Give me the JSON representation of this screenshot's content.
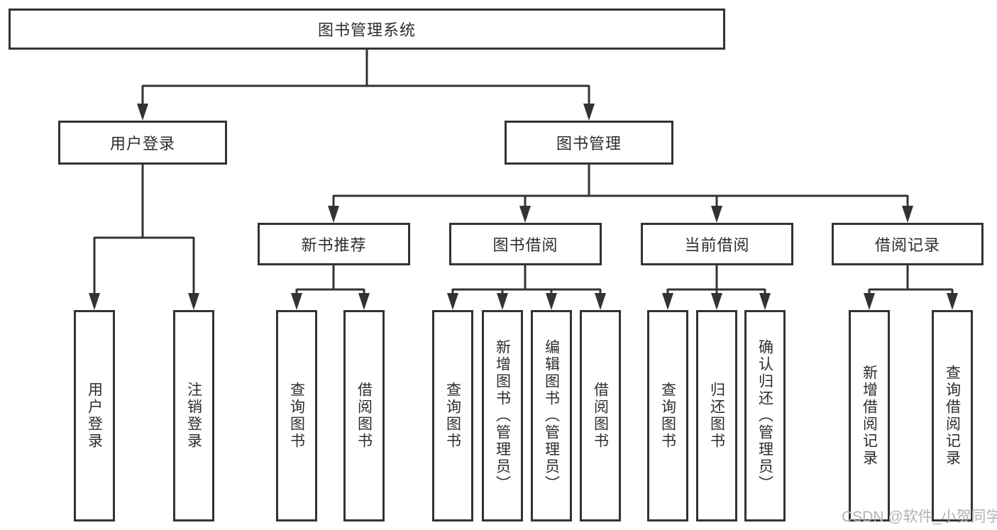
{
  "diagram_title": "图书管理系统",
  "nodes": {
    "root": "图书管理系统",
    "user_login": "用户登录",
    "book_mgmt": "图书管理",
    "new_book_rec": "新书推荐",
    "book_borrow": "图书借阅",
    "current_borrow": "当前借阅",
    "borrow_records": "借阅记录",
    "leaf_user_login": "用户登录",
    "leaf_logout": "注销登录",
    "leaf_nbr_query": "查询图书",
    "leaf_nbr_borrow": "借阅图书",
    "leaf_bb_query": "查询图书",
    "leaf_bb_add": "新增图书（管理员）",
    "leaf_bb_edit": "编辑图书（管理员）",
    "leaf_bb_borrow": "借阅图书",
    "leaf_cb_query": "查询图书",
    "leaf_cb_return": "归还图书",
    "leaf_cb_confirm": "确认归还（管理员）",
    "leaf_br_add": "新增借阅记录",
    "leaf_br_query": "查询借阅记录"
  },
  "hierarchy": {
    "图书管理系统": {
      "用户登录": [
        "用户登录",
        "注销登录"
      ],
      "图书管理": {
        "新书推荐": [
          "查询图书",
          "借阅图书"
        ],
        "图书借阅": [
          "查询图书",
          "新增图书（管理员）",
          "编辑图书（管理员）",
          "借阅图书"
        ],
        "当前借阅": [
          "查询图书",
          "归还图书",
          "确认归还（管理员）"
        ],
        "借阅记录": [
          "新增借阅记录",
          "查询借阅记录"
        ]
      }
    }
  },
  "watermark": "CSDN @软件_小贺同学",
  "colors": {
    "line": "#333333",
    "text": "#2d2d2d",
    "watermark": "#b3b3b3",
    "background": "#ffffff"
  }
}
